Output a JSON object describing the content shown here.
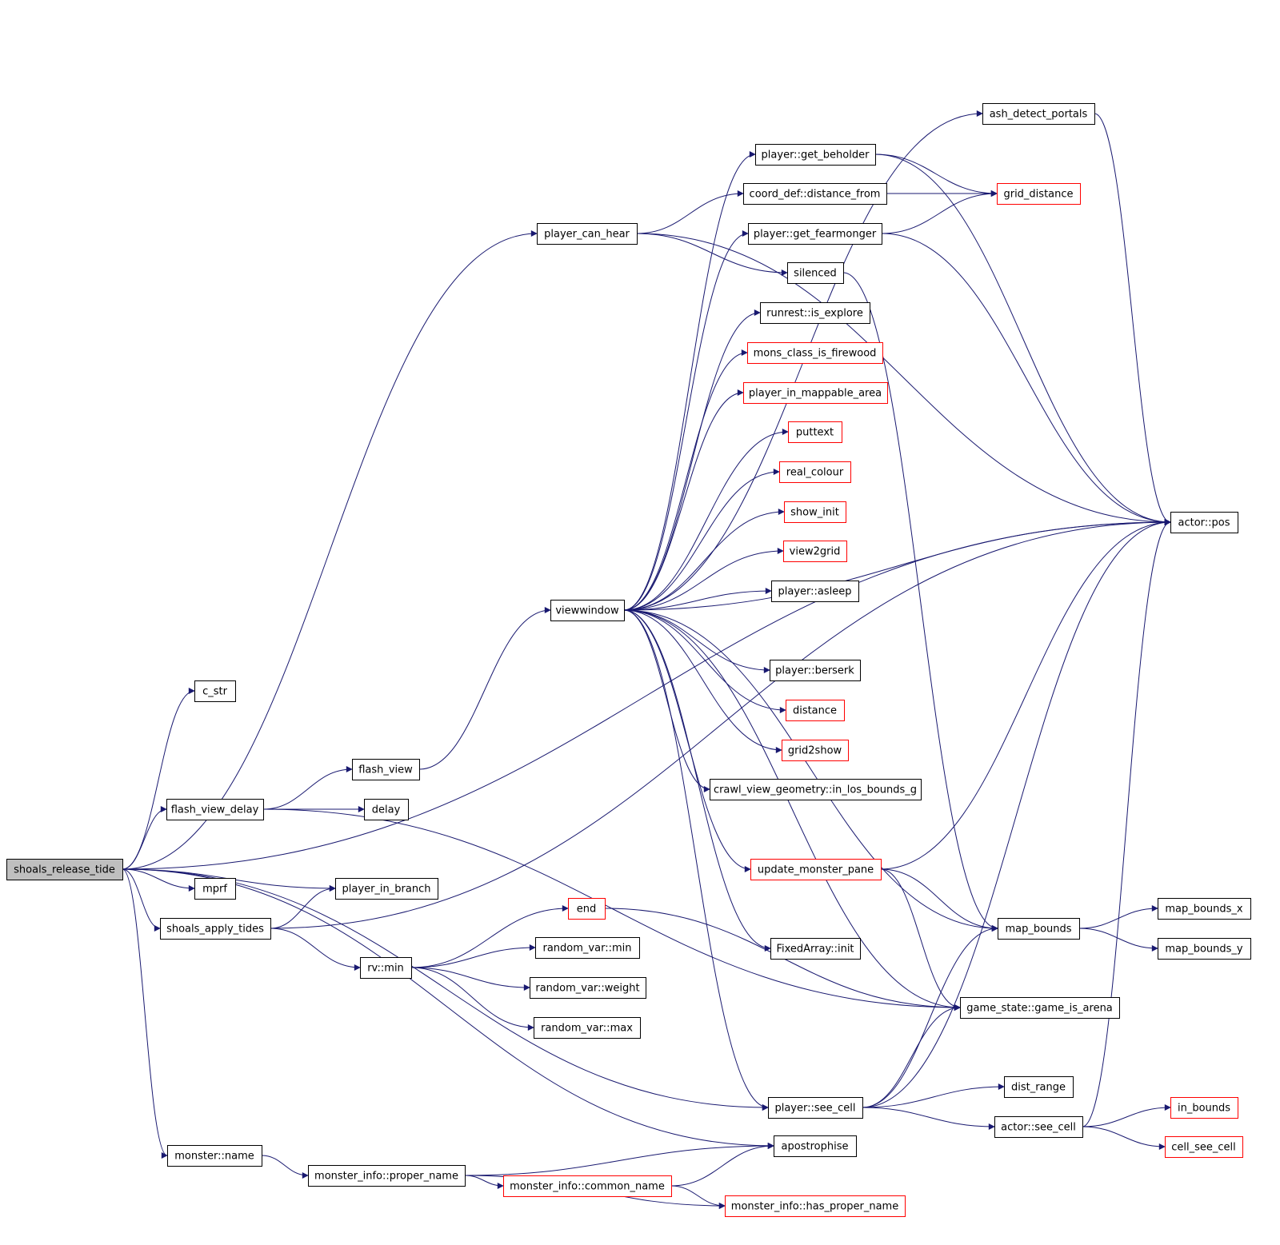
{
  "graph": {
    "edge_color": "#191970",
    "normal_border": "#000000",
    "incomplete_border": "#ff0000",
    "root_fill": "#bfbfbf",
    "nodes": [
      {
        "id": "shoals_release_tide",
        "label": "shoals_release_tide",
        "style": "root"
      },
      {
        "id": "c_str",
        "label": "c_str",
        "style": "normal"
      },
      {
        "id": "flash_view",
        "label": "flash_view",
        "style": "normal"
      },
      {
        "id": "flash_view_delay",
        "label": "flash_view_delay",
        "style": "normal"
      },
      {
        "id": "delay",
        "label": "delay",
        "style": "normal"
      },
      {
        "id": "mprf",
        "label": "mprf",
        "style": "normal"
      },
      {
        "id": "player_in_branch",
        "label": "player_in_branch",
        "style": "normal"
      },
      {
        "id": "shoals_apply_tides",
        "label": "shoals_apply_tides",
        "style": "normal"
      },
      {
        "id": "end",
        "label": "end",
        "style": "red"
      },
      {
        "id": "rv_min",
        "label": "rv::min",
        "style": "normal"
      },
      {
        "id": "random_var_min",
        "label": "random_var::min",
        "style": "normal"
      },
      {
        "id": "random_var_weight",
        "label": "random_var::weight",
        "style": "normal"
      },
      {
        "id": "random_var_max",
        "label": "random_var::max",
        "style": "normal"
      },
      {
        "id": "monster_name",
        "label": "monster::name",
        "style": "normal"
      },
      {
        "id": "monster_info_proper_name",
        "label": "monster_info::proper_name",
        "style": "normal"
      },
      {
        "id": "monster_info_common_name",
        "label": "monster_info::common_name",
        "style": "red"
      },
      {
        "id": "monster_info_has_proper_name",
        "label": "monster_info::has_proper_name",
        "style": "red"
      },
      {
        "id": "apostrophise",
        "label": "apostrophise",
        "style": "normal"
      },
      {
        "id": "player_can_hear",
        "label": "player_can_hear",
        "style": "normal"
      },
      {
        "id": "viewwindow",
        "label": "viewwindow",
        "style": "normal"
      },
      {
        "id": "ash_detect_portals",
        "label": "ash_detect_portals",
        "style": "normal"
      },
      {
        "id": "player_get_beholder",
        "label": "player::get_beholder",
        "style": "normal"
      },
      {
        "id": "coord_def_distance_from",
        "label": "coord_def::distance_from",
        "style": "normal"
      },
      {
        "id": "grid_distance",
        "label": "grid_distance",
        "style": "red"
      },
      {
        "id": "player_get_fearmonger",
        "label": "player::get_fearmonger",
        "style": "normal"
      },
      {
        "id": "silenced",
        "label": "silenced",
        "style": "normal"
      },
      {
        "id": "runrest_is_explore",
        "label": "runrest::is_explore",
        "style": "normal"
      },
      {
        "id": "mons_class_is_firewood",
        "label": "mons_class_is_firewood",
        "style": "red"
      },
      {
        "id": "player_in_mappable_area",
        "label": "player_in_mappable_area",
        "style": "red"
      },
      {
        "id": "puttext",
        "label": "puttext",
        "style": "red"
      },
      {
        "id": "real_colour",
        "label": "real_colour",
        "style": "red"
      },
      {
        "id": "show_init",
        "label": "show_init",
        "style": "red"
      },
      {
        "id": "view2grid",
        "label": "view2grid",
        "style": "red"
      },
      {
        "id": "player_asleep",
        "label": "player::asleep",
        "style": "normal"
      },
      {
        "id": "player_berserk",
        "label": "player::berserk",
        "style": "normal"
      },
      {
        "id": "distance",
        "label": "distance",
        "style": "red"
      },
      {
        "id": "grid2show",
        "label": "grid2show",
        "style": "red"
      },
      {
        "id": "crawl_view_geometry_in_los_bounds_g",
        "label": "crawl_view_geometry::in_los_bounds_g",
        "style": "normal"
      },
      {
        "id": "update_monster_pane",
        "label": "update_monster_pane",
        "style": "red"
      },
      {
        "id": "fixedarray_init",
        "label": "FixedArray::init",
        "style": "normal"
      },
      {
        "id": "player_see_cell",
        "label": "player::see_cell",
        "style": "normal"
      },
      {
        "id": "actor_pos",
        "label": "actor::pos",
        "style": "normal"
      },
      {
        "id": "map_bounds",
        "label": "map_bounds",
        "style": "normal"
      },
      {
        "id": "map_bounds_x",
        "label": "map_bounds_x",
        "style": "normal"
      },
      {
        "id": "map_bounds_y",
        "label": "map_bounds_y",
        "style": "normal"
      },
      {
        "id": "game_state_game_is_arena",
        "label": "game_state::game_is_arena",
        "style": "normal"
      },
      {
        "id": "dist_range",
        "label": "dist_range",
        "style": "normal"
      },
      {
        "id": "actor_see_cell",
        "label": "actor::see_cell",
        "style": "normal"
      },
      {
        "id": "in_bounds",
        "label": "in_bounds",
        "style": "red"
      },
      {
        "id": "cell_see_cell",
        "label": "cell_see_cell",
        "style": "red"
      }
    ],
    "edges": [
      [
        "shoals_release_tide",
        "actor_pos"
      ],
      [
        "shoals_release_tide",
        "c_str"
      ],
      [
        "shoals_release_tide",
        "player_can_hear"
      ],
      [
        "shoals_release_tide",
        "flash_view_delay"
      ],
      [
        "shoals_release_tide",
        "player_in_branch"
      ],
      [
        "shoals_release_tide",
        "mprf"
      ],
      [
        "shoals_release_tide",
        "shoals_apply_tides"
      ],
      [
        "shoals_release_tide",
        "player_see_cell"
      ],
      [
        "shoals_release_tide",
        "apostrophise"
      ],
      [
        "shoals_release_tide",
        "monster_name"
      ],
      [
        "flash_view_delay",
        "flash_view"
      ],
      [
        "flash_view_delay",
        "delay"
      ],
      [
        "flash_view_delay",
        "game_state_game_is_arena"
      ],
      [
        "flash_view",
        "viewwindow"
      ],
      [
        "shoals_apply_tides",
        "player_in_branch"
      ],
      [
        "shoals_apply_tides",
        "actor_pos"
      ],
      [
        "shoals_apply_tides",
        "rv_min"
      ],
      [
        "rv_min",
        "end"
      ],
      [
        "rv_min",
        "random_var_min"
      ],
      [
        "rv_min",
        "random_var_weight"
      ],
      [
        "rv_min",
        "random_var_max"
      ],
      [
        "end",
        "game_state_game_is_arena"
      ],
      [
        "monster_name",
        "monster_info_proper_name"
      ],
      [
        "monster_info_proper_name",
        "apostrophise"
      ],
      [
        "monster_info_proper_name",
        "monster_info_common_name"
      ],
      [
        "monster_info_proper_name",
        "monster_info_has_proper_name"
      ],
      [
        "monster_info_common_name",
        "apostrophise"
      ],
      [
        "monster_info_common_name",
        "monster_info_has_proper_name"
      ],
      [
        "player_can_hear",
        "actor_pos"
      ],
      [
        "player_can_hear",
        "coord_def_distance_from"
      ],
      [
        "player_can_hear",
        "silenced"
      ],
      [
        "coord_def_distance_from",
        "grid_distance"
      ],
      [
        "player_get_beholder",
        "grid_distance"
      ],
      [
        "player_get_beholder",
        "actor_pos"
      ],
      [
        "player_get_fearmonger",
        "grid_distance"
      ],
      [
        "player_get_fearmonger",
        "actor_pos"
      ],
      [
        "silenced",
        "map_bounds"
      ],
      [
        "ash_detect_portals",
        "actor_pos"
      ],
      [
        "viewwindow",
        "ash_detect_portals"
      ],
      [
        "viewwindow",
        "player_get_beholder"
      ],
      [
        "viewwindow",
        "player_get_fearmonger"
      ],
      [
        "viewwindow",
        "runrest_is_explore"
      ],
      [
        "viewwindow",
        "mons_class_is_firewood"
      ],
      [
        "viewwindow",
        "player_in_mappable_area"
      ],
      [
        "viewwindow",
        "puttext"
      ],
      [
        "viewwindow",
        "real_colour"
      ],
      [
        "viewwindow",
        "show_init"
      ],
      [
        "viewwindow",
        "view2grid"
      ],
      [
        "viewwindow",
        "player_asleep"
      ],
      [
        "viewwindow",
        "actor_pos"
      ],
      [
        "viewwindow",
        "player_berserk"
      ],
      [
        "viewwindow",
        "distance"
      ],
      [
        "viewwindow",
        "grid2show"
      ],
      [
        "viewwindow",
        "crawl_view_geometry_in_los_bounds_g"
      ],
      [
        "viewwindow",
        "update_monster_pane"
      ],
      [
        "viewwindow",
        "fixedarray_init"
      ],
      [
        "viewwindow",
        "player_see_cell"
      ],
      [
        "viewwindow",
        "map_bounds"
      ],
      [
        "viewwindow",
        "game_state_game_is_arena"
      ],
      [
        "update_monster_pane",
        "actor_pos"
      ],
      [
        "update_monster_pane",
        "map_bounds"
      ],
      [
        "update_monster_pane",
        "game_state_game_is_arena"
      ],
      [
        "player_see_cell",
        "map_bounds"
      ],
      [
        "player_see_cell",
        "game_state_game_is_arena"
      ],
      [
        "player_see_cell",
        "actor_pos"
      ],
      [
        "player_see_cell",
        "dist_range"
      ],
      [
        "player_see_cell",
        "actor_see_cell"
      ],
      [
        "map_bounds",
        "map_bounds_x"
      ],
      [
        "map_bounds",
        "map_bounds_y"
      ],
      [
        "actor_see_cell",
        "actor_pos"
      ],
      [
        "actor_see_cell",
        "in_bounds"
      ],
      [
        "actor_see_cell",
        "cell_see_cell"
      ]
    ]
  }
}
